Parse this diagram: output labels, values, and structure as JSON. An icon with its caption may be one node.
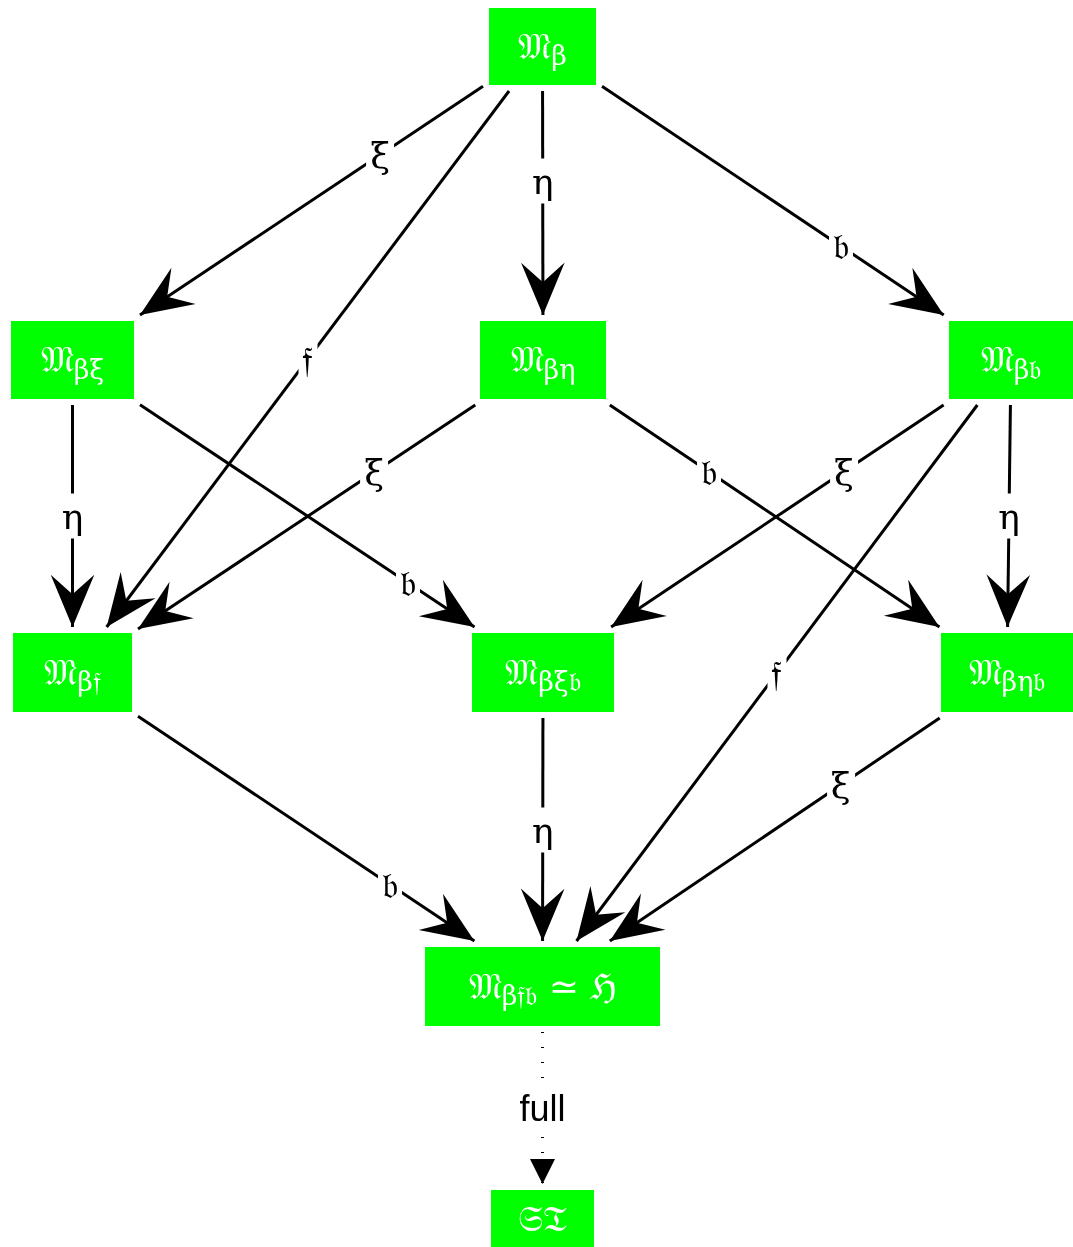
{
  "diagram": {
    "nodes": [
      {
        "text": [
          "𝔐$_{β}$"
        ]
      },
      {
        "text": [
          "𝔐$_{βξ}$"
        ]
      },
      {
        "text": [
          "𝔐$_{βη}$"
        ]
      },
      {
        "text": [
          "𝔐$_{β𝔟}$"
        ]
      },
      {
        "text": [
          "𝔐$_{β𝔣}$"
        ]
      },
      {
        "text": [
          "𝔐$_{βξ𝔟}$"
        ]
      },
      {
        "text": [
          "𝔐$_{βη𝔟}$"
        ]
      },
      {
        "text": [
          "𝔐$_{β𝔣𝔟}$ ≃ ℌ"
        ]
      },
      {
        "text": [
          "𝔖𝔗"
        ]
      }
    ],
    "edges": [
      {
        "from": 0,
        "to": 1,
        "arrow": "to",
        "label": "ξ"
      },
      {
        "from": 0,
        "to": 4,
        "arrow": "to",
        "label": "𝔣"
      },
      {
        "from": 0,
        "to": 2,
        "arrow": "to",
        "label": "η"
      },
      {
        "from": 0,
        "to": 3,
        "arrow": "to",
        "label": "𝔟"
      },
      {
        "from": 1,
        "to": 4,
        "arrow": "to",
        "label": "η"
      },
      {
        "from": 1,
        "to": 5,
        "arrow": "to",
        "label": "𝔟"
      },
      {
        "from": 2,
        "to": 4,
        "arrow": "to",
        "label": "ξ"
      },
      {
        "from": 2,
        "to": 6,
        "arrow": "to",
        "label": "𝔟"
      },
      {
        "from": 3,
        "to": 5,
        "arrow": "to",
        "label": "ξ"
      },
      {
        "from": 3,
        "to": 7,
        "arrow": "to",
        "label": "𝔣"
      },
      {
        "from": 3,
        "to": 6,
        "arrow": "to",
        "label": "η"
      },
      {
        "from": 4,
        "to": 7,
        "arrow": "to",
        "label": "𝔟"
      },
      {
        "from": 5,
        "to": 7,
        "arrow": "to",
        "label": "η"
      },
      {
        "from": 6,
        "to": 7,
        "arrow": "to",
        "label": "ξ"
      },
      {
        "from": 7,
        "to": 8,
        "arrow": "to",
        "label": "full",
        "style": "dashed"
      }
    ]
  }
}
